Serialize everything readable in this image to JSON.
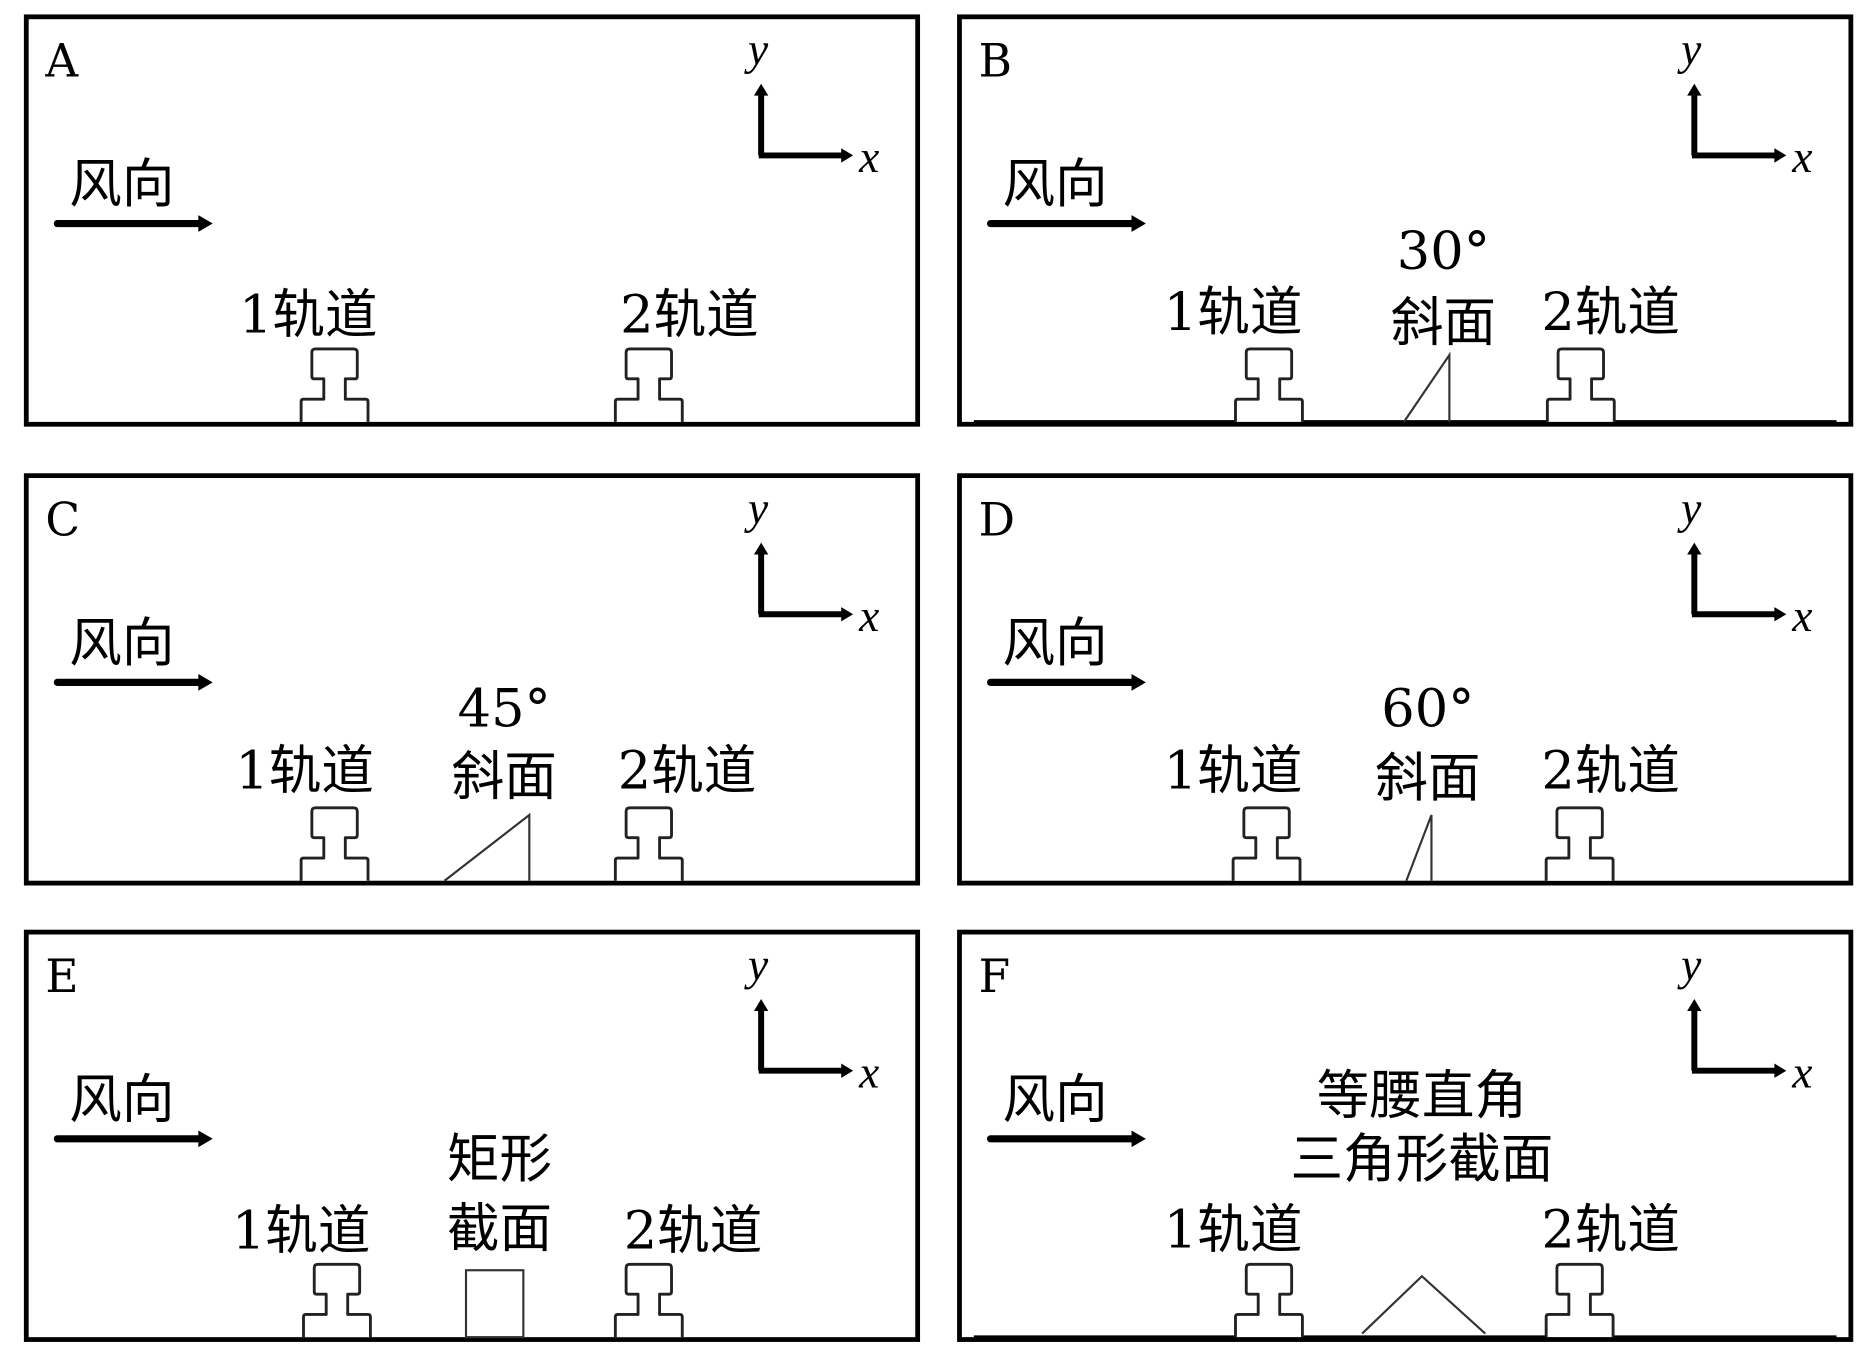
{
  "common": {
    "wind_label": "风向",
    "axis_x": "x",
    "axis_y": "y",
    "track1": "1轨道",
    "track2": "2轨道"
  },
  "panels": [
    {
      "id": "A",
      "obstacle": "none",
      "obstacle_label": []
    },
    {
      "id": "B",
      "obstacle": "slope-30",
      "obstacle_label": [
        "30°",
        "斜面"
      ]
    },
    {
      "id": "C",
      "obstacle": "slope-45",
      "obstacle_label": [
        "45°",
        "斜面"
      ]
    },
    {
      "id": "D",
      "obstacle": "slope-60",
      "obstacle_label": [
        "60°",
        "斜面"
      ]
    },
    {
      "id": "E",
      "obstacle": "rectangle",
      "obstacle_label": [
        "矩形",
        "截面"
      ]
    },
    {
      "id": "F",
      "obstacle": "isosceles-right-triangle",
      "obstacle_label": [
        "等腰直角",
        "三角形截面"
      ]
    }
  ]
}
